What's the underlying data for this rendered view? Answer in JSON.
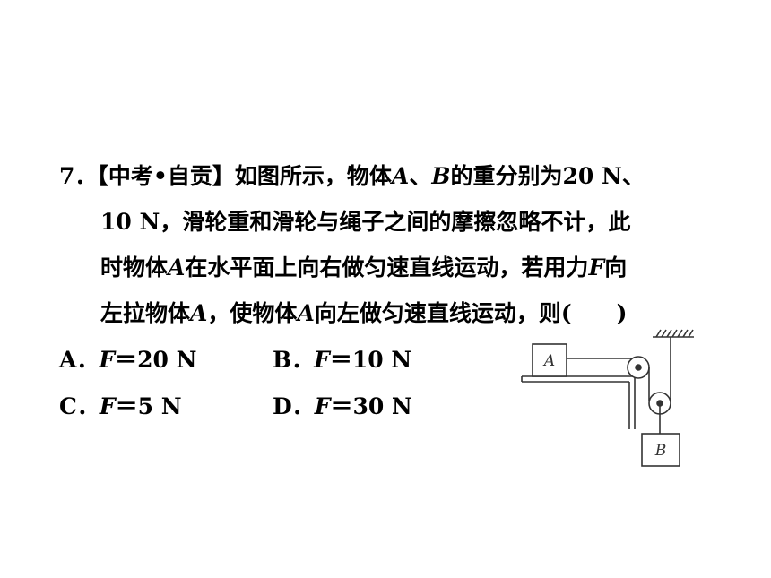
{
  "question": {
    "number": "7．",
    "source": "【中考•自贡】",
    "line1": {
      "t1": "如图所示，物体",
      "a": "A",
      "t2": "、",
      "b": "B",
      "t3": "的重分别为20 N、"
    },
    "line2": "10 N，滑轮重和滑轮与绳子之间的摩擦忽略不计，此",
    "line3": {
      "t1": "时物体",
      "a": "A",
      "t2": "在水平面上向右做匀速直线运动，若用力",
      "f": "F",
      "t3": "向"
    },
    "line4": {
      "t1": "左拉物体",
      "a": "A",
      "t2": "，使物体",
      "a2": "A",
      "t3": "向左做匀速直线运动，则(　　)"
    }
  },
  "options": [
    {
      "letter": "A．",
      "var": "F",
      "value": "＝20 N"
    },
    {
      "letter": "B．",
      "var": "F",
      "value": "＝10 N"
    },
    {
      "letter": "C．",
      "var": "F",
      "value": "＝5 N"
    },
    {
      "letter": "D．",
      "var": "F",
      "value": "＝30 N"
    }
  ],
  "figure": {
    "block_a_label": "A",
    "block_b_label": "B"
  }
}
